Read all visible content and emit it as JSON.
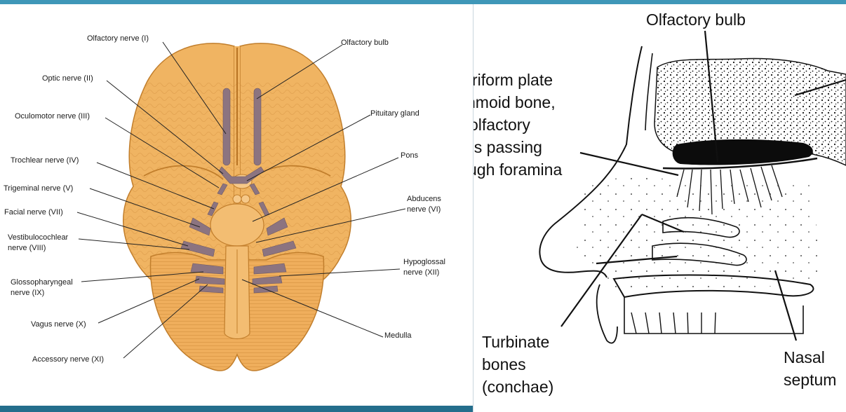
{
  "theme": {
    "accent_bar": "#3f97b8",
    "bottom_bar": "#246e8c",
    "brain_fill": "#f0b462",
    "brain_shadow": "#d4913b",
    "nerve_color": "#8c7480"
  },
  "left_figure": {
    "labels": {
      "olfactory_nerve": "Olfactory nerve (I)",
      "olfactory_bulb": "Olfactory bulb",
      "optic_nerve": "Optic nerve (II)",
      "oculomotor_nerve": "Oculomotor nerve (III)",
      "pituitary_gland": "Pituitary gland",
      "trochlear_nerve": "Trochlear nerve (IV)",
      "pons": "Pons",
      "trigeminal_nerve": "Trigeminal nerve (V)",
      "abducens_line1": "Abducens",
      "abducens_line2": "nerve (VI)",
      "facial_nerve": "Facial nerve (VII)",
      "vestibulocochlear_line1": "Vestibulocochlear",
      "vestibulocochlear_line2": "nerve (VIII)",
      "hypoglossal_line1": "Hypoglossal",
      "hypoglossal_line2": "nerve (XII)",
      "glossopharyngeal_line1": "Glossopharyngeal",
      "glossopharyngeal_line2": "nerve (IX)",
      "vagus_nerve": "Vagus nerve (X)",
      "medulla": "Medulla",
      "accessory_nerve": "Accessory nerve (XI)"
    }
  },
  "right_figure": {
    "labels": {
      "olfactory_bulb": "Olfactory bulb",
      "cribriform_line1": "riform plate",
      "cribriform_line2": "hmoid bone,",
      "cribriform_line3": "olfactory",
      "cribriform_line4": "es passing",
      "cribriform_line5": "ugh foramina",
      "turbinate_line1": "Turbinate",
      "turbinate_line2": "bones",
      "turbinate_line3": "(conchae)",
      "nasal_line1": "Nasal",
      "nasal_line2": "septum"
    }
  }
}
